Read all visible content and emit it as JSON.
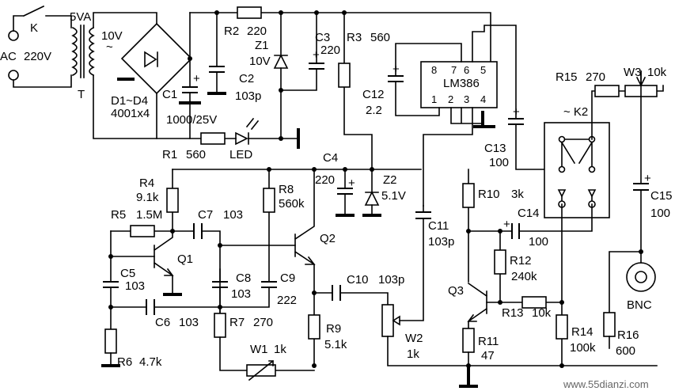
{
  "labels": {
    "k": "K",
    "va": "5VA",
    "ac": "AC",
    "v220": "220V",
    "v10": "10V",
    "tilde": "~",
    "t": "T",
    "d1d4": "D1~D4",
    "d_part": "4001x4",
    "c1": "C1",
    "c1_val": "1000/25V",
    "r2": "R2",
    "r2_val": "220",
    "c2": "C2",
    "c2_val": "103p",
    "z1": "Z1",
    "z1_val": "10V",
    "c3": "C3",
    "c3_val": "220",
    "r3": "R3",
    "r3_val": "560",
    "r1": "R1",
    "r1_val": "560",
    "led": "LED",
    "ic": "LM386",
    "p8": "8",
    "p7": "7",
    "p6": "6",
    "p5": "5",
    "p1": "1",
    "p2": "2",
    "p3": "3",
    "p4": "4",
    "c12": "C12",
    "c12_val": "2.2",
    "c13": "C13",
    "c13_val": "100",
    "r15": "R15",
    "r15_val": "270",
    "w3": "W3",
    "w3_val": "10k",
    "k2": "~ K2",
    "c4": "C4",
    "c4_val": "220",
    "z2": "Z2",
    "z2_val": "5.1V",
    "r4": "R4",
    "r4_val": "9.1k",
    "r5": "R5",
    "r5_val": "1.5M",
    "c7": "C7",
    "c7_val": "103",
    "r8": "R8",
    "r8_val": "560k",
    "q1": "Q1",
    "q2": "Q2",
    "q3": "Q3",
    "c5": "C5",
    "c5_val": "103",
    "c8": "C8",
    "c8_val": "103",
    "c9": "C9",
    "c9_val": "222",
    "c6": "C6",
    "c6_val": "103",
    "r6": "R6",
    "r6_val": "4.7k",
    "r7": "R7",
    "r7_val": "270",
    "w1": "W1",
    "w1_val": "1k",
    "r9": "R9",
    "r9_val": "5.1k",
    "c10": "C10",
    "c10_val": "103p",
    "w2": "W2",
    "w2_val": "1k",
    "c11": "C11",
    "c11_val": "103p",
    "r10": "R10",
    "r10_val": "3k",
    "c14": "C14",
    "c14_val": "100",
    "r12": "R12",
    "r12_val": "240k",
    "r13": "R13",
    "r13_val": "10k",
    "r11": "R11",
    "r11_val": "47",
    "r14": "R14",
    "r14_val": "100k",
    "r16": "R16",
    "r16_val": "600",
    "c15": "C15",
    "c15_val": "100",
    "bnc": "BNC",
    "plus": "+",
    "watermark": "www.55dianzi.com"
  }
}
